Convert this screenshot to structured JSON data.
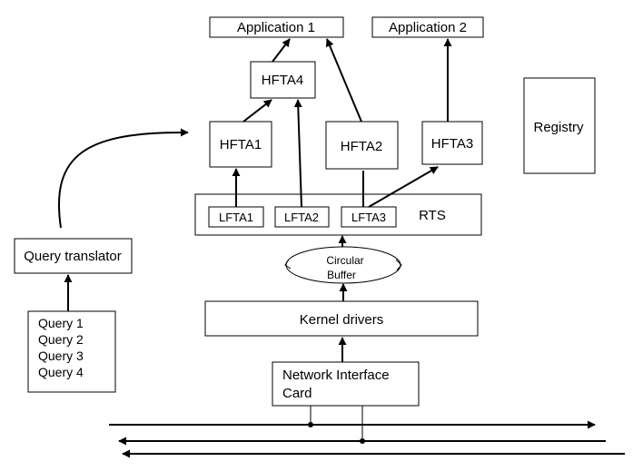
{
  "nodes": {
    "app1": "Application 1",
    "app2": "Application 2",
    "hfta4": "HFTA4",
    "hfta1": "HFTA1",
    "hfta2": "HFTA2",
    "hfta3": "HFTA3",
    "registry": "Registry",
    "lfta1": "LFTA1",
    "lfta2": "LFTA2",
    "lfta3": "LFTA3",
    "rts": "RTS",
    "circular_buffer_line1": "Circular",
    "circular_buffer_line2": "Buffer",
    "query_translator": "Query translator",
    "queries": [
      "Query 1",
      "Query 2",
      "Query 3",
      "Query 4"
    ],
    "kernel_drivers": "Kernel drivers",
    "nic_line1": "Network Interface",
    "nic_line2": "Card"
  }
}
